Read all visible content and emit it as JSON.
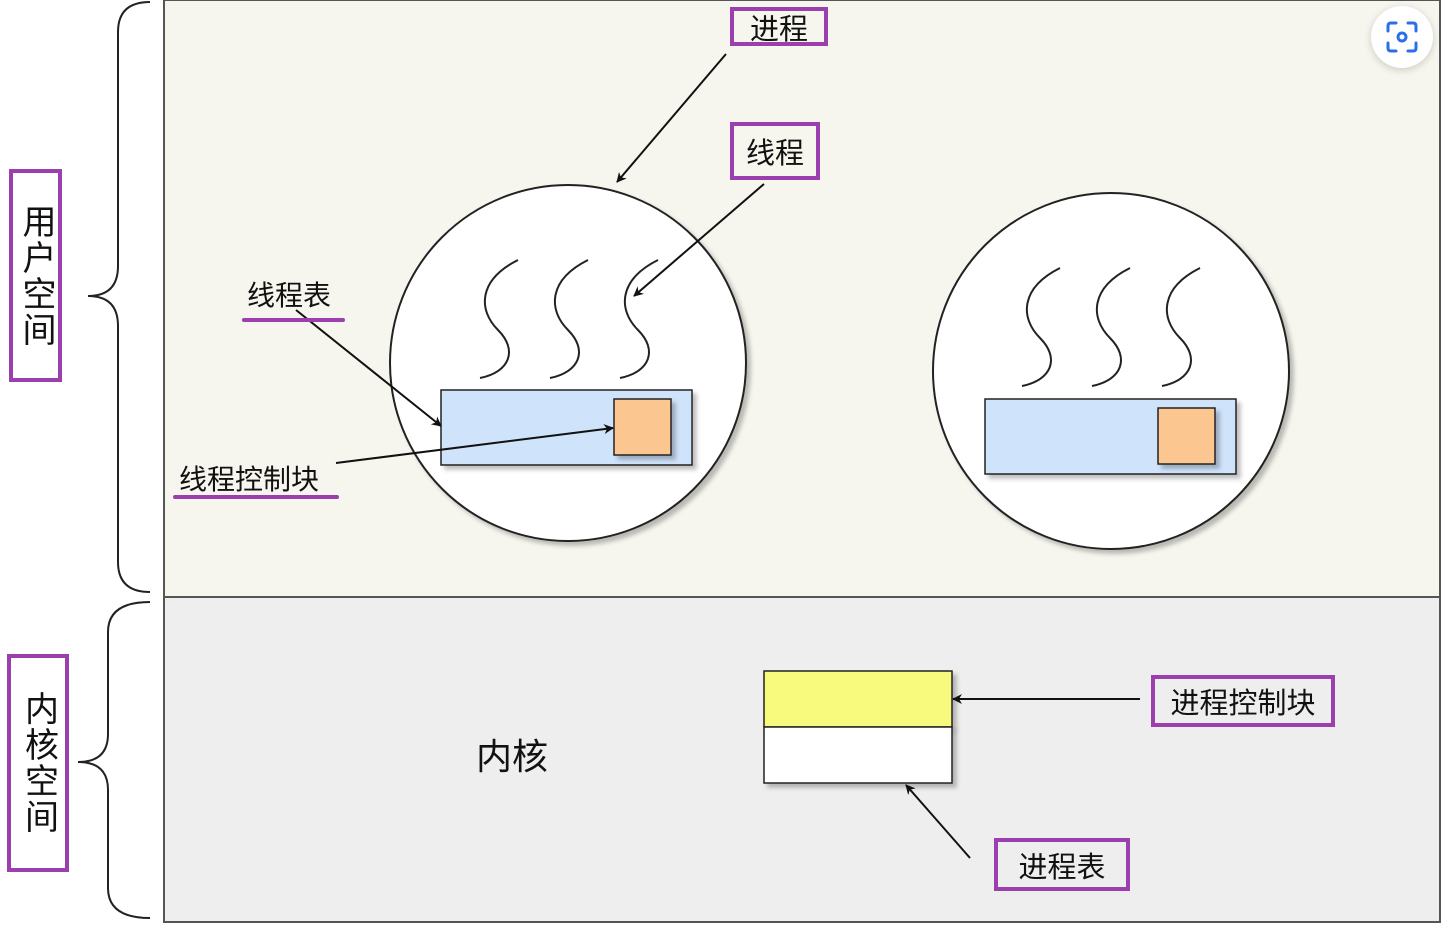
{
  "labels": {
    "user_space": "用户空间",
    "kernel_space": "内核空间",
    "process": "进程",
    "thread": "线程",
    "thread_table": "线程表",
    "thread_control_block": "线程控制块",
    "kernel": "内核",
    "process_control_block": "进程控制块",
    "process_table": "进程表"
  },
  "colors": {
    "user_space_bg": "#f7f6ee",
    "kernel_space_bg": "#eeeeee",
    "table_fill": "#cfe3fb",
    "block_fill": "#fcc690",
    "pcb_top_fill": "#f8fa7e",
    "highlight": "#9b3fae"
  },
  "icons": {
    "scan": "scan-icon"
  }
}
